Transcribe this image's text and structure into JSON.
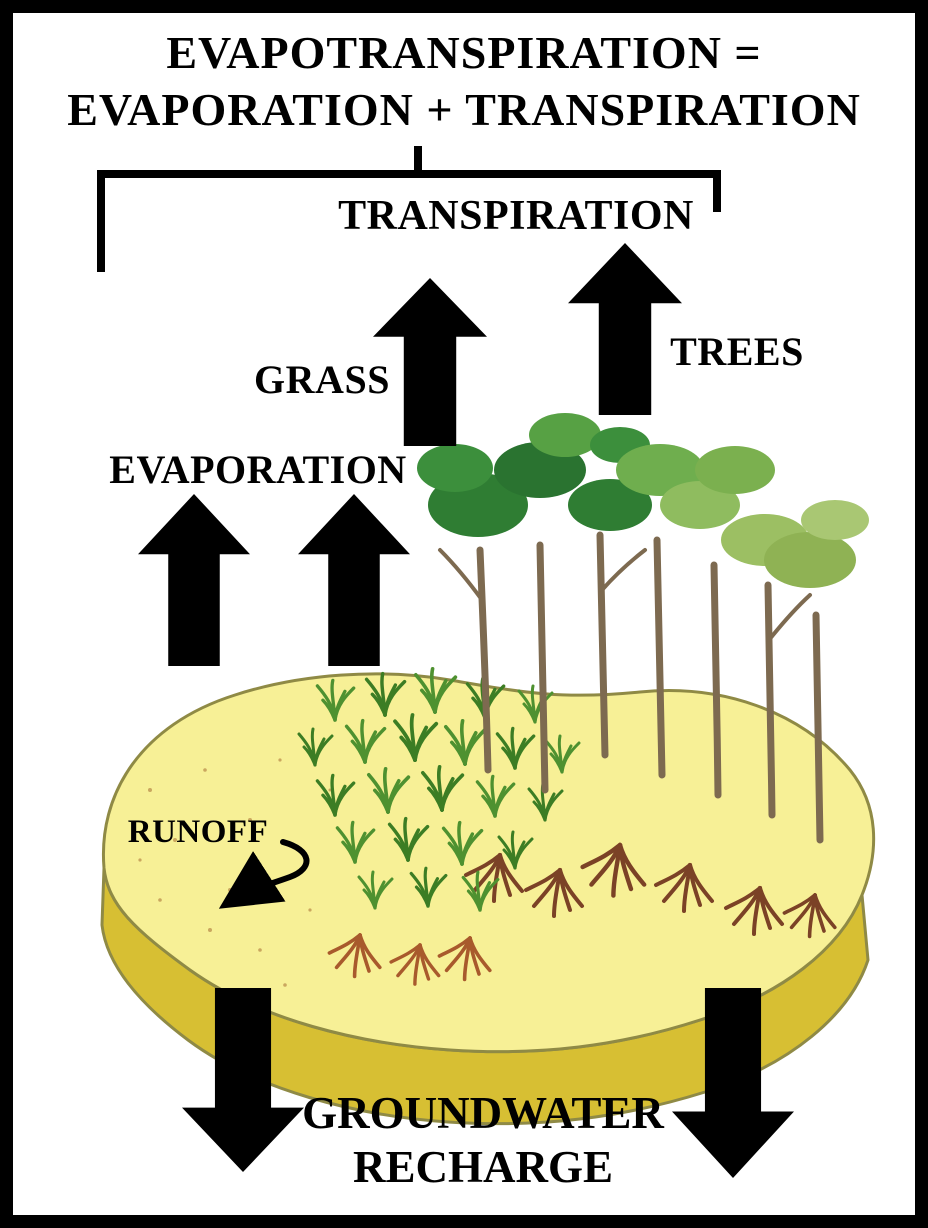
{
  "title": {
    "line1": "EVAPOTRANSPIRATION =",
    "line2": "EVAPORATION + TRANSPIRATION"
  },
  "labels": {
    "transpiration": "TRANSPIRATION",
    "grass": "GRASS",
    "trees": "TREES",
    "evaporation": "EVAPORATION",
    "runoff": "RUNOFF",
    "groundwater_line1": "GROUNDWATER",
    "groundwater_line2": "RECHARGE"
  },
  "colors": {
    "arrow_black": "#000000",
    "land_top": "#f7f096",
    "land_side": "#d7bf33",
    "land_outline": "#8f8a45",
    "grass_green_light": "#4e9130",
    "grass_green_dark": "#3c7d24",
    "tree_dark_green": "#2f7d33",
    "tree_light_green": "#8fbc5f",
    "trunk_brown": "#7d6a50",
    "root_brown": "#7b4226",
    "root_orange": "#a85a2c",
    "speckle": "#caa75f"
  }
}
